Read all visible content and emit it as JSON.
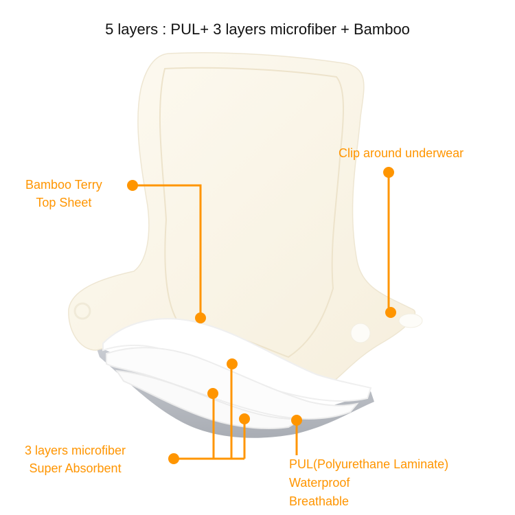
{
  "title": "5 layers : PUL+ 3 layers microfiber + Bamboo",
  "colors": {
    "accent": "#FF9500",
    "title_text": "#111111",
    "bamboo_cream": "#FBF6E9",
    "microfiber_white": "#FFFFFF",
    "pul_grey": "#B9BCC2"
  },
  "callouts": {
    "bamboo": {
      "line1": "Bamboo Terry",
      "line2": "Top Sheet"
    },
    "clip": {
      "line1": "Clip around underwear"
    },
    "microfiber": {
      "line1": "3 layers microfiber",
      "line2": "Super Absorbent"
    },
    "pul": {
      "line1": "PUL(Polyurethane Laminate)",
      "line2": "Waterproof",
      "line3": "Breathable"
    }
  },
  "icons": {
    "callout_dot": "filled-circle",
    "snap": "snap-button-circle"
  }
}
